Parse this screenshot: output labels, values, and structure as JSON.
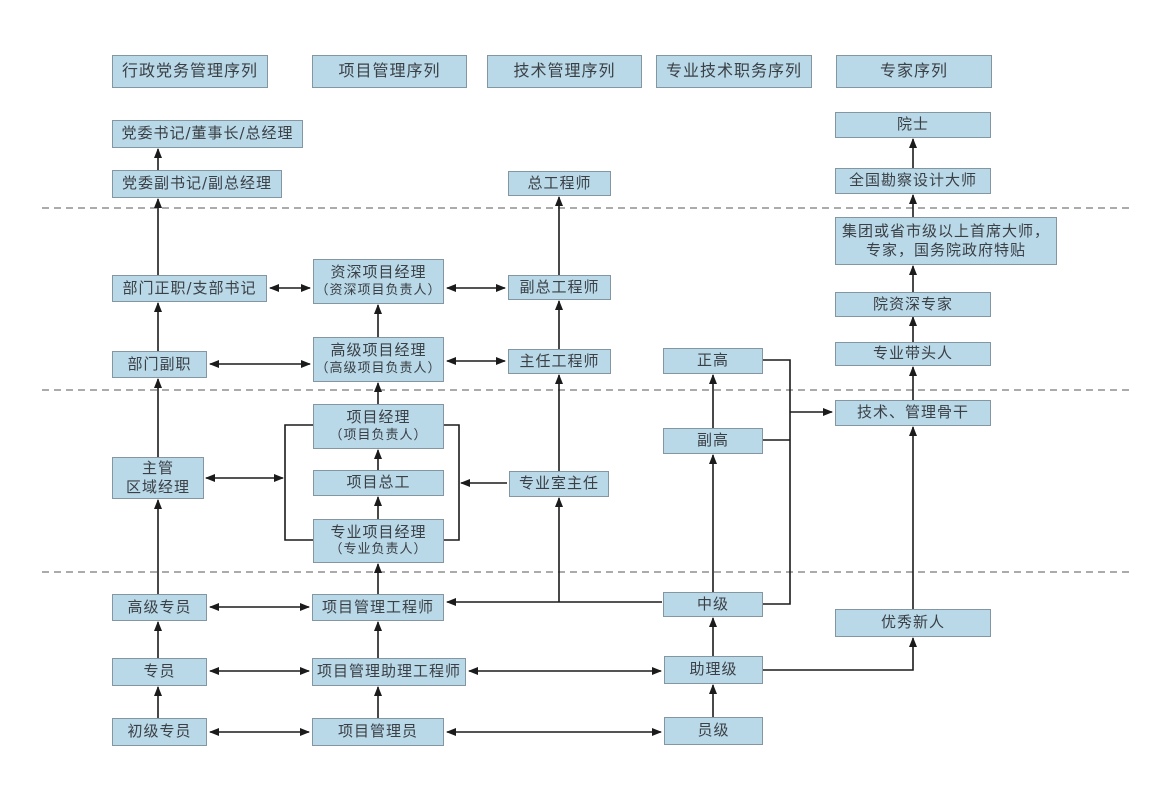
{
  "colors": {
    "box_fill": "#b9d8e8",
    "box_border": "#8496a2",
    "arrow": "#1b1b1b",
    "dash": "#8f8f8f",
    "text": "#3b4045",
    "bg": "#ffffff"
  },
  "nodes": {
    "seqAdmin": {
      "line1": "行政党务管理序列"
    },
    "seqProject": {
      "line1": "项目管理序列"
    },
    "seqTech": {
      "line1": "技术管理序列"
    },
    "seqProf": {
      "line1": "专业技术职务序列"
    },
    "seqExpert": {
      "line1": "专家序列"
    },
    "partySec": {
      "line1": "党委书记/董事长/总经理"
    },
    "deputyPartySec": {
      "line1": "党委副书记/副总经理"
    },
    "deptHead": {
      "line1": "部门正职/支部书记"
    },
    "deptDeputy": {
      "line1": "部门副职"
    },
    "supervisor": {
      "line1": "主管",
      "line2": "区域经理"
    },
    "srSpecialist": {
      "line1": "高级专员"
    },
    "specialist": {
      "line1": "专员"
    },
    "jrSpecialist": {
      "line1": "初级专员"
    },
    "veteranPM": {
      "line1": "资深项目经理",
      "line2": "（资深项目负责人）"
    },
    "seniorPM": {
      "line1": "高级项目经理",
      "line2": "（高级项目负责人）"
    },
    "projectManager": {
      "line1": "项目经理",
      "line2": "（项目负责人）"
    },
    "projectChief": {
      "line1": "项目总工"
    },
    "specialtyPM": {
      "line1": "专业项目经理",
      "line2": "（专业负责人）"
    },
    "pmEngineer": {
      "line1": "项目管理工程师"
    },
    "pmAssistant": {
      "line1": "项目管理助理工程师"
    },
    "pmAdmin": {
      "line1": "项目管理员"
    },
    "chiefEng": {
      "line1": "总工程师"
    },
    "deputyChiefEng": {
      "line1": "副总工程师"
    },
    "principalEng": {
      "line1": "主任工程师"
    },
    "officeDirector": {
      "line1": "专业室主任"
    },
    "fullSenior": {
      "line1": "正高"
    },
    "assocSenior": {
      "line1": "副高"
    },
    "intermediate": {
      "line1": "中级"
    },
    "assistant": {
      "line1": "助理级"
    },
    "staff": {
      "line1": "员级"
    },
    "academician": {
      "line1": "院士"
    },
    "nationalMaster": {
      "line1": "全国勘察设计大师"
    },
    "groupMaster": {
      "line1": "集团或省市级以上首席大师，",
      "line2": "专家，国务院政府特贴"
    },
    "instSeniorExpert": {
      "line1": "院资深专家"
    },
    "disciplineLeader": {
      "line1": "专业带头人"
    },
    "backbone": {
      "line1": "技术、管理骨干"
    },
    "newcomer": {
      "line1": "优秀新人"
    }
  }
}
